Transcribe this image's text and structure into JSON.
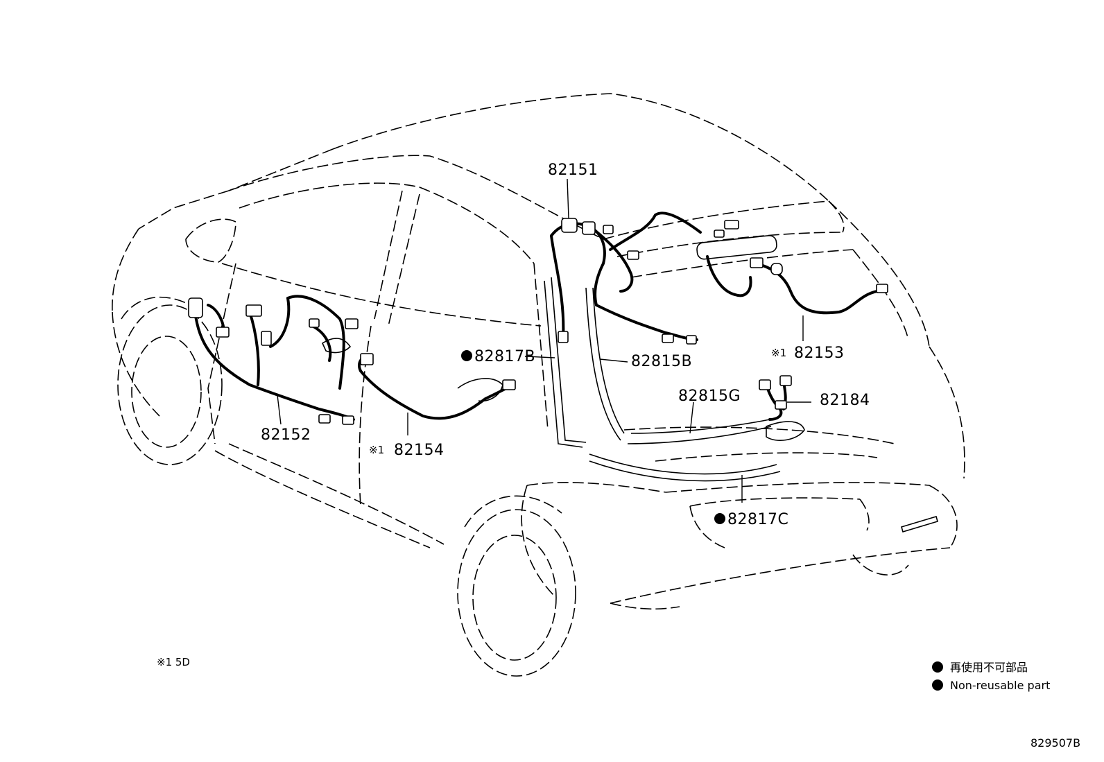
{
  "parts": [
    {
      "id": "82151",
      "label": "82151",
      "prefix": "",
      "nonreusable": false
    },
    {
      "id": "82152",
      "label": "82152",
      "prefix": "",
      "nonreusable": false
    },
    {
      "id": "82153",
      "label": "82153",
      "prefix": "※1",
      "nonreusable": false
    },
    {
      "id": "82154",
      "label": "82154",
      "prefix": "※1",
      "nonreusable": false
    },
    {
      "id": "82184",
      "label": "82184",
      "prefix": "",
      "nonreusable": false
    },
    {
      "id": "82815B",
      "label": "82815B",
      "prefix": "",
      "nonreusable": false
    },
    {
      "id": "82815G",
      "label": "82815G",
      "prefix": "",
      "nonreusable": false
    },
    {
      "id": "82817B",
      "label": "82817B",
      "prefix": "",
      "nonreusable": true
    },
    {
      "id": "82817C",
      "label": "82817C",
      "prefix": "",
      "nonreusable": true
    }
  ],
  "footnote": "※1 5D",
  "legend": {
    "line_ja": "再使用不可部品",
    "line_en": "Non-reusable part"
  },
  "diagram_id": "829507B"
}
